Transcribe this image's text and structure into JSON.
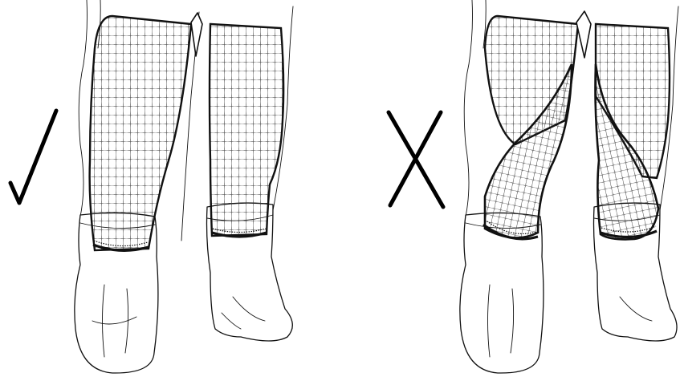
{
  "panels": [
    {
      "id": "correct",
      "symbol": "check-mark-icon",
      "meaning": "correct",
      "netting_fit": "straight"
    },
    {
      "id": "incorrect",
      "symbol": "cross-mark-icon",
      "meaning": "incorrect",
      "netting_fit": "bunched"
    }
  ],
  "colors": {
    "line": "#111111",
    "background": "#ffffff"
  }
}
